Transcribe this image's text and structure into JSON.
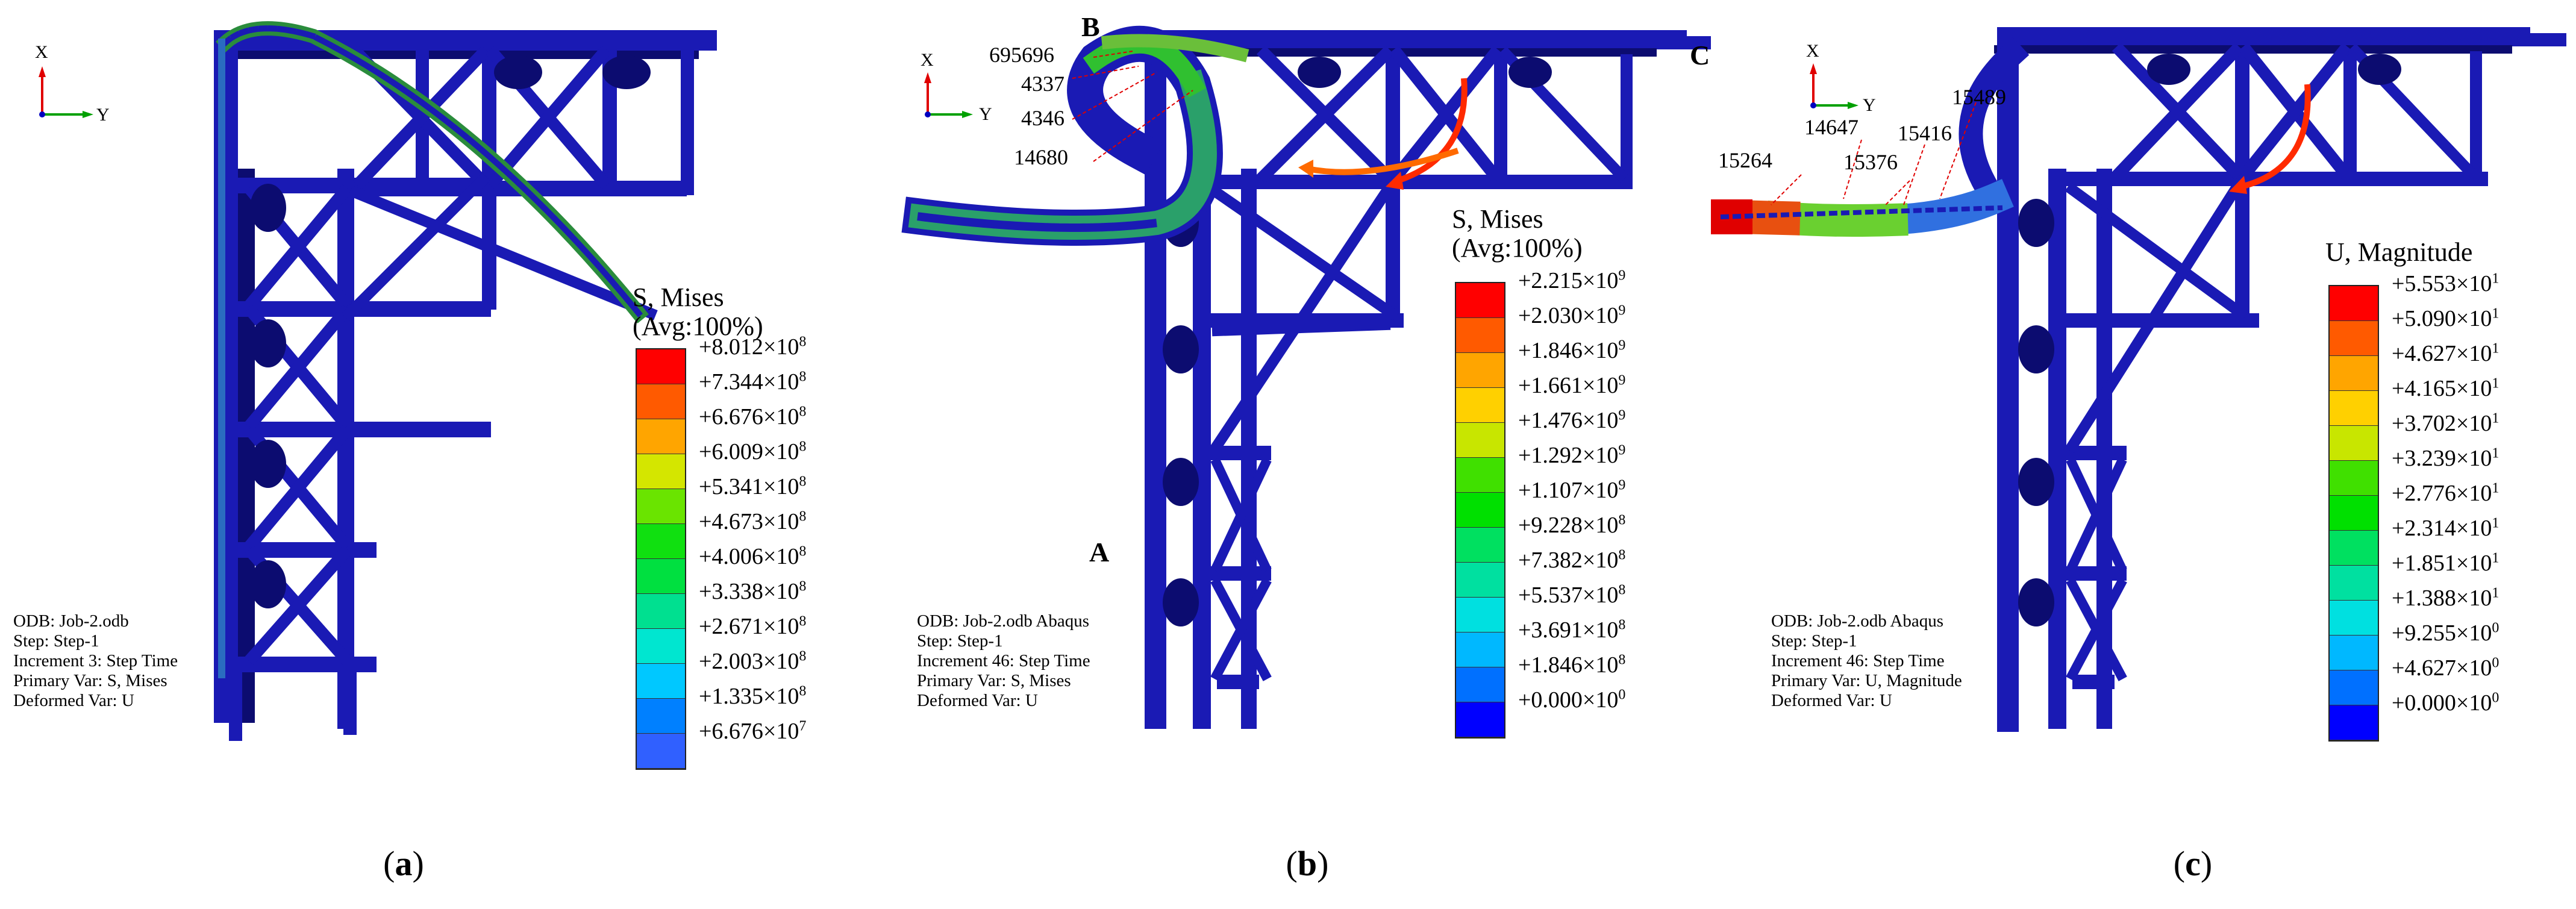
{
  "panels": [
    {
      "id": "a",
      "caption_letter": "a",
      "legend": {
        "title_line1": "S, Mises",
        "title_line2": "(Avg:100%)",
        "ticks": [
          "+8.012×10",
          "+7.344×10",
          "+6.676×10",
          "+6.009×10",
          "+5.341×10",
          "+4.673×10",
          "+4.006×10",
          "+3.338×10",
          "+2.671×10",
          "+2.003×10",
          "+1.335×10",
          "+6.676×10"
        ],
        "exponents": [
          "8",
          "8",
          "8",
          "8",
          "8",
          "8",
          "8",
          "8",
          "8",
          "8",
          "8",
          "7"
        ],
        "colors": [
          "#ff0000",
          "#ff5a00",
          "#ffa500",
          "#d4e600",
          "#6ae400",
          "#10e010",
          "#00e040",
          "#00e090",
          "#00e6d0",
          "#00c8ff",
          "#0080ff",
          "#3060ff"
        ]
      },
      "info": [
        "ODB: Job-2.odb",
        "Step: Step-1",
        "Increment      3: Step Time",
        "Primary Var: S, Mises",
        "Deformed Var: U"
      ],
      "triad": {
        "x": "X",
        "y": "Y"
      }
    },
    {
      "id": "b",
      "caption_letter": "b",
      "legend": {
        "title_line1": "S,  Mises",
        "title_line2": "(Avg:100%)",
        "ticks": [
          "+2.215×10",
          "+2.030×10",
          "+1.846×10",
          "+1.661×10",
          "+1.476×10",
          "+1.292×10",
          "+1.107×10",
          "+9.228×10",
          "+7.382×10",
          "+5.537×10",
          "+3.691×10",
          "+1.846×10",
          "+0.000×10"
        ],
        "exponents": [
          "9",
          "9",
          "9",
          "9",
          "9",
          "9",
          "9",
          "8",
          "8",
          "8",
          "8",
          "8",
          "0"
        ],
        "colors": [
          "#ff0000",
          "#ff5a00",
          "#ffa500",
          "#ffd000",
          "#c8e600",
          "#40e000",
          "#00e000",
          "#00e060",
          "#00e0a0",
          "#00e0e0",
          "#00b8ff",
          "#0070ff",
          "#0000ff"
        ]
      },
      "info": [
        "ODB: Job-2.odb     Abaqus",
        "Step: Step-1",
        "Increment      46: Step Time",
        "Primary Var: S, Mises",
        "Deformed Var: U"
      ],
      "triad": {
        "x": "X",
        "y": "Y"
      },
      "point_labels": {
        "A": "A",
        "B": "B",
        "C": "C"
      },
      "nodes": [
        "695696",
        "4337",
        "4346",
        "14680"
      ]
    },
    {
      "id": "c",
      "caption_letter": "c",
      "legend": {
        "title_line1": "U, Magnitude",
        "title_line2": "",
        "ticks": [
          "+5.553×10",
          "+5.090×10",
          "+4.627×10",
          "+4.165×10",
          "+3.702×10",
          "+3.239×10",
          "+2.776×10",
          "+2.314×10",
          "+1.851×10",
          "+1.388×10",
          "+9.255×10",
          "+4.627×10",
          "+0.000×10"
        ],
        "exponents": [
          "1",
          "1",
          "1",
          "1",
          "1",
          "1",
          "1",
          "1",
          "1",
          "1",
          "0",
          "0",
          "0"
        ],
        "colors": [
          "#ff0000",
          "#ff5a00",
          "#ffa500",
          "#ffd000",
          "#c8e600",
          "#40e000",
          "#00e000",
          "#00e060",
          "#00e0a0",
          "#00e0e0",
          "#00b8ff",
          "#0070ff",
          "#0000ff"
        ]
      },
      "info": [
        "ODB: Job-2.odb     Abaqus",
        "Step: Step-1",
        "Increment      46: Step Time",
        "Primary Var: U, Magnitude",
        "Deformed Var: U"
      ],
      "triad": {
        "x": "X",
        "y": "Y"
      },
      "nodes": [
        "15489",
        "14647",
        "15416",
        "15264",
        "15376"
      ]
    }
  ],
  "colors": {
    "structure": "#1a1ab4",
    "structure_dark": "#0c0c70",
    "arrow": "#ff2a00"
  }
}
